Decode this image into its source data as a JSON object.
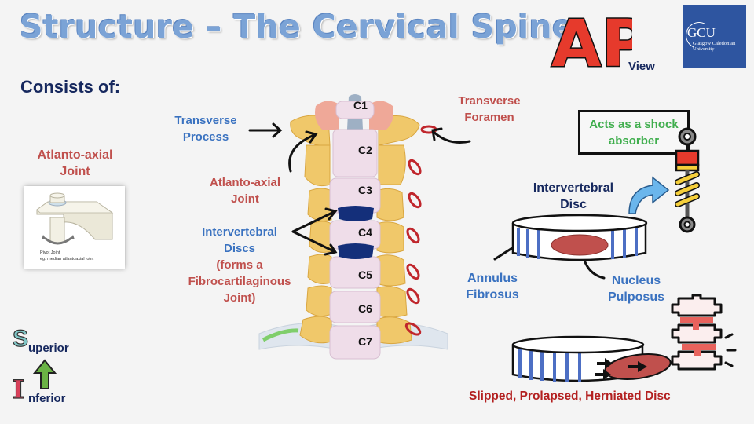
{
  "title": "Structure – The Cervical Spine",
  "subtitle": "Consists of:",
  "view_badge": {
    "letters": "AP",
    "label": "View"
  },
  "logo": {
    "abbr": "GCU",
    "name_line1": "Glasgow Caledonian",
    "name_line2": "University"
  },
  "pivot_joint": {
    "heading": [
      "Atlanto-axial",
      "Joint"
    ],
    "caption_title": "Pivot Joint",
    "caption_example": "eg. median atlantoaxial joint"
  },
  "orientation": {
    "superior": "uperior",
    "superior_initial": "S",
    "inferior": "nferior",
    "inferior_initial": "I"
  },
  "spine_labels": {
    "transverse_process": [
      "Transverse",
      "Process"
    ],
    "atlanto_axial": [
      "Atlanto-axial",
      "Joint"
    ],
    "intervertebral_discs": [
      "Intervertebral",
      "Discs"
    ],
    "fibro_note": [
      "(forms a",
      "Fibrocartilaginous",
      "Joint)"
    ],
    "transverse_foramen": [
      "Transverse",
      "Foramen"
    ]
  },
  "vertebrae": [
    "C1",
    "C2",
    "C3",
    "C4",
    "C5",
    "C6",
    "C7"
  ],
  "disc_diagram": {
    "title": [
      "Intervertebral",
      "Disc"
    ],
    "annulus": [
      "Annulus",
      "Fibrosus"
    ],
    "nucleus": [
      "Nucleus",
      "Pulposus"
    ],
    "shock_absorber": [
      "Acts as a shock",
      "absorber"
    ]
  },
  "herniation_caption": "Slipped, Prolapsed, Herniated Disc",
  "colors": {
    "title": "#7ba3d6",
    "navy": "#16285e",
    "blue": "#3a72c0",
    "red": "#c0504d",
    "green": "#3fae4d",
    "disc": "#142f7a",
    "nucleus": "#c0504d"
  }
}
